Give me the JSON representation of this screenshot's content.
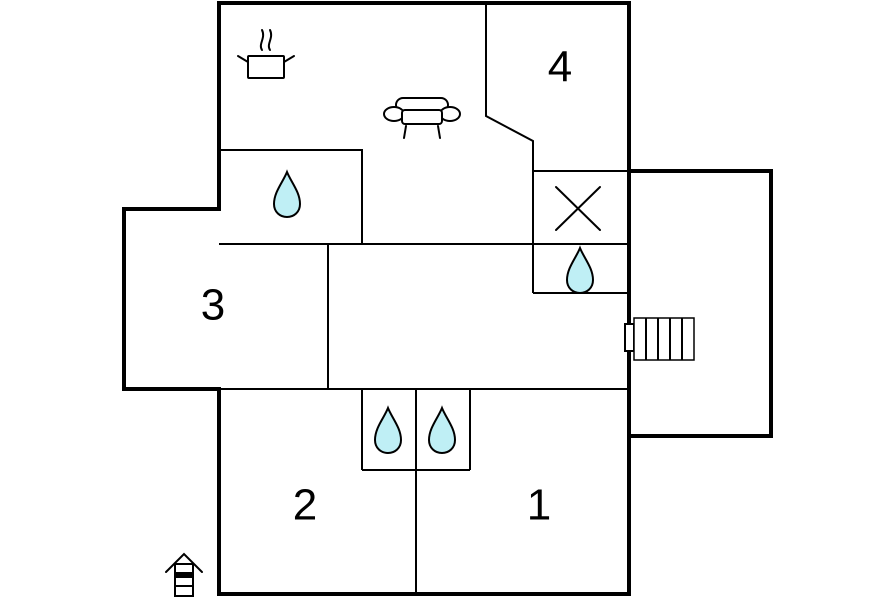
{
  "rooms": [
    {
      "id": "room-1",
      "label": "1"
    },
    {
      "id": "room-2",
      "label": "2"
    },
    {
      "id": "room-3",
      "label": "3"
    },
    {
      "id": "room-4",
      "label": "4"
    }
  ],
  "icons": {
    "kitchen": "cooking-pot-icon",
    "living": "sofa-icon",
    "bathroom": "water-drop-icon",
    "closet": "cross-icon",
    "stairs": "stairs-icon",
    "entrance": "house-entrance-icon"
  },
  "colors": {
    "water": "#bfeff5",
    "wall": "#000000",
    "background": "#ffffff"
  }
}
